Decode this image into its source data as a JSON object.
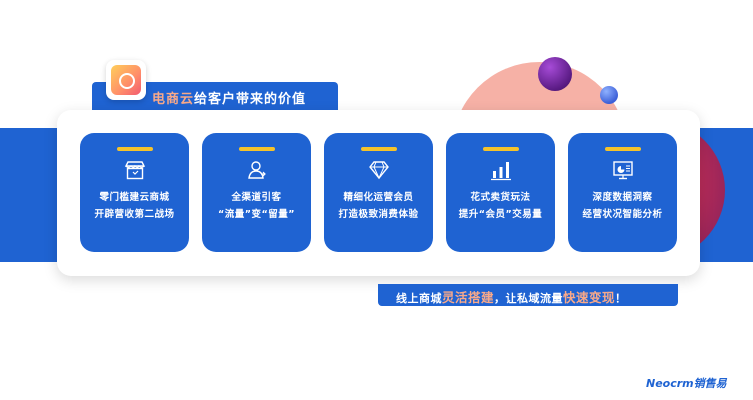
{
  "header": {
    "title_highlight": "电商云",
    "title_rest": "给客户带来的价值"
  },
  "cards": [
    {
      "icon": "storefront-icon",
      "line1": "零门槛建云商城",
      "line2": "开辟营收第二战场"
    },
    {
      "icon": "user-traffic-icon",
      "line1": "全渠道引客",
      "line2": "“流量”变“留量”"
    },
    {
      "icon": "diamond-icon",
      "line1": "精细化运营会员",
      "line2": "打造极致消费体验"
    },
    {
      "icon": "bar-chart-icon",
      "line1": "花式卖货玩法",
      "line2": "提升“会员”交易量"
    },
    {
      "icon": "monitor-analytics-icon",
      "line1": "深度数据洞察",
      "line2": "经营状况智能分析"
    }
  ],
  "footer_slogan": {
    "part1": "线上商城",
    "part2": "灵活搭建",
    "part3": "，让私域流量",
    "part4": "快速变现",
    "part5": "！"
  },
  "brand": "Neocrm销售易",
  "colors": {
    "primary_blue": "#1f63d2",
    "accent_yellow": "#f5c32b",
    "highlight_peach": "#f8a98a"
  }
}
